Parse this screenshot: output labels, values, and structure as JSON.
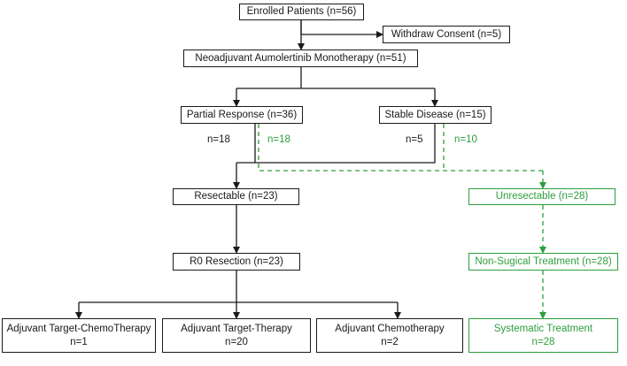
{
  "colors": {
    "main": "#1a1a1a",
    "alt_path": "#2e9e3e"
  },
  "boxes": {
    "enrolled": "Enrolled Patients (n=56)",
    "withdraw": "Withdraw Consent (n=5)",
    "neoadjuvant": "Neoadjuvant Aumolertinib Monotherapy (n=51)",
    "partial_response": "Partial Response (n=36)",
    "stable_disease": "Stable Disease (n=15)",
    "resectable": "Resectable (n=23)",
    "unresectable": "Unresectable (n=28)",
    "r0_resection": "R0 Resection (n=23)",
    "non_surgical": "Non-Sugical Treatment (n=28)",
    "adj_target_chemo": {
      "title": "Adjuvant Target-ChemoTherapy",
      "n": "n=1"
    },
    "adj_target": {
      "title": "Adjuvant Target-Therapy",
      "n": "n=20"
    },
    "adj_chemo": {
      "title": "Adjuvant Chemotherapy",
      "n": "n=2"
    },
    "systematic": {
      "title": "Systematic Treatment",
      "n": "n=28"
    }
  },
  "branch_labels": {
    "pr_resectable": "n=18",
    "pr_unresectable": "n=18",
    "sd_resectable": "n=5",
    "sd_unresectable": "n=10"
  }
}
